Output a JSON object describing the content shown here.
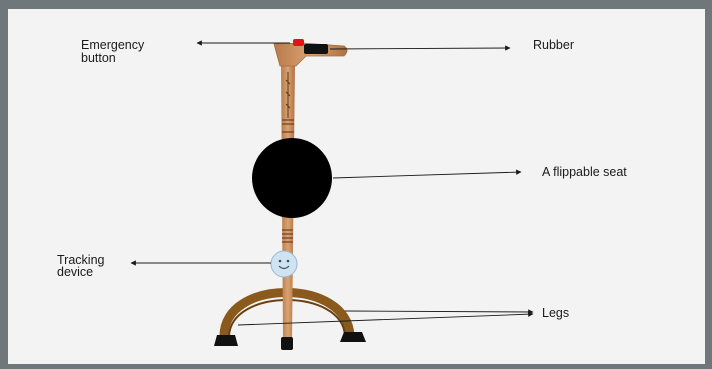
{
  "labels": {
    "emergency_line1": "Emergency",
    "emergency_line2": "button",
    "rubber": "Rubber",
    "seat": "A flippable seat",
    "tracking_line1": "Tracking",
    "tracking_line2": "device",
    "legs": "Legs"
  },
  "colors": {
    "background": "#6f777b",
    "panel": "#f3f3f4",
    "cane_wood": "#c98e5d",
    "cane_dark": "#7a4a2a",
    "legs_arc": "#8a5a1c",
    "seat": "#000000",
    "button": "#e3121b",
    "rubber": "#111111",
    "tracker": "#cfe3f3",
    "text": "#1b1b1b"
  },
  "icons": {
    "tracker": "smiley-face-icon",
    "emergency": "red-button-icon"
  }
}
